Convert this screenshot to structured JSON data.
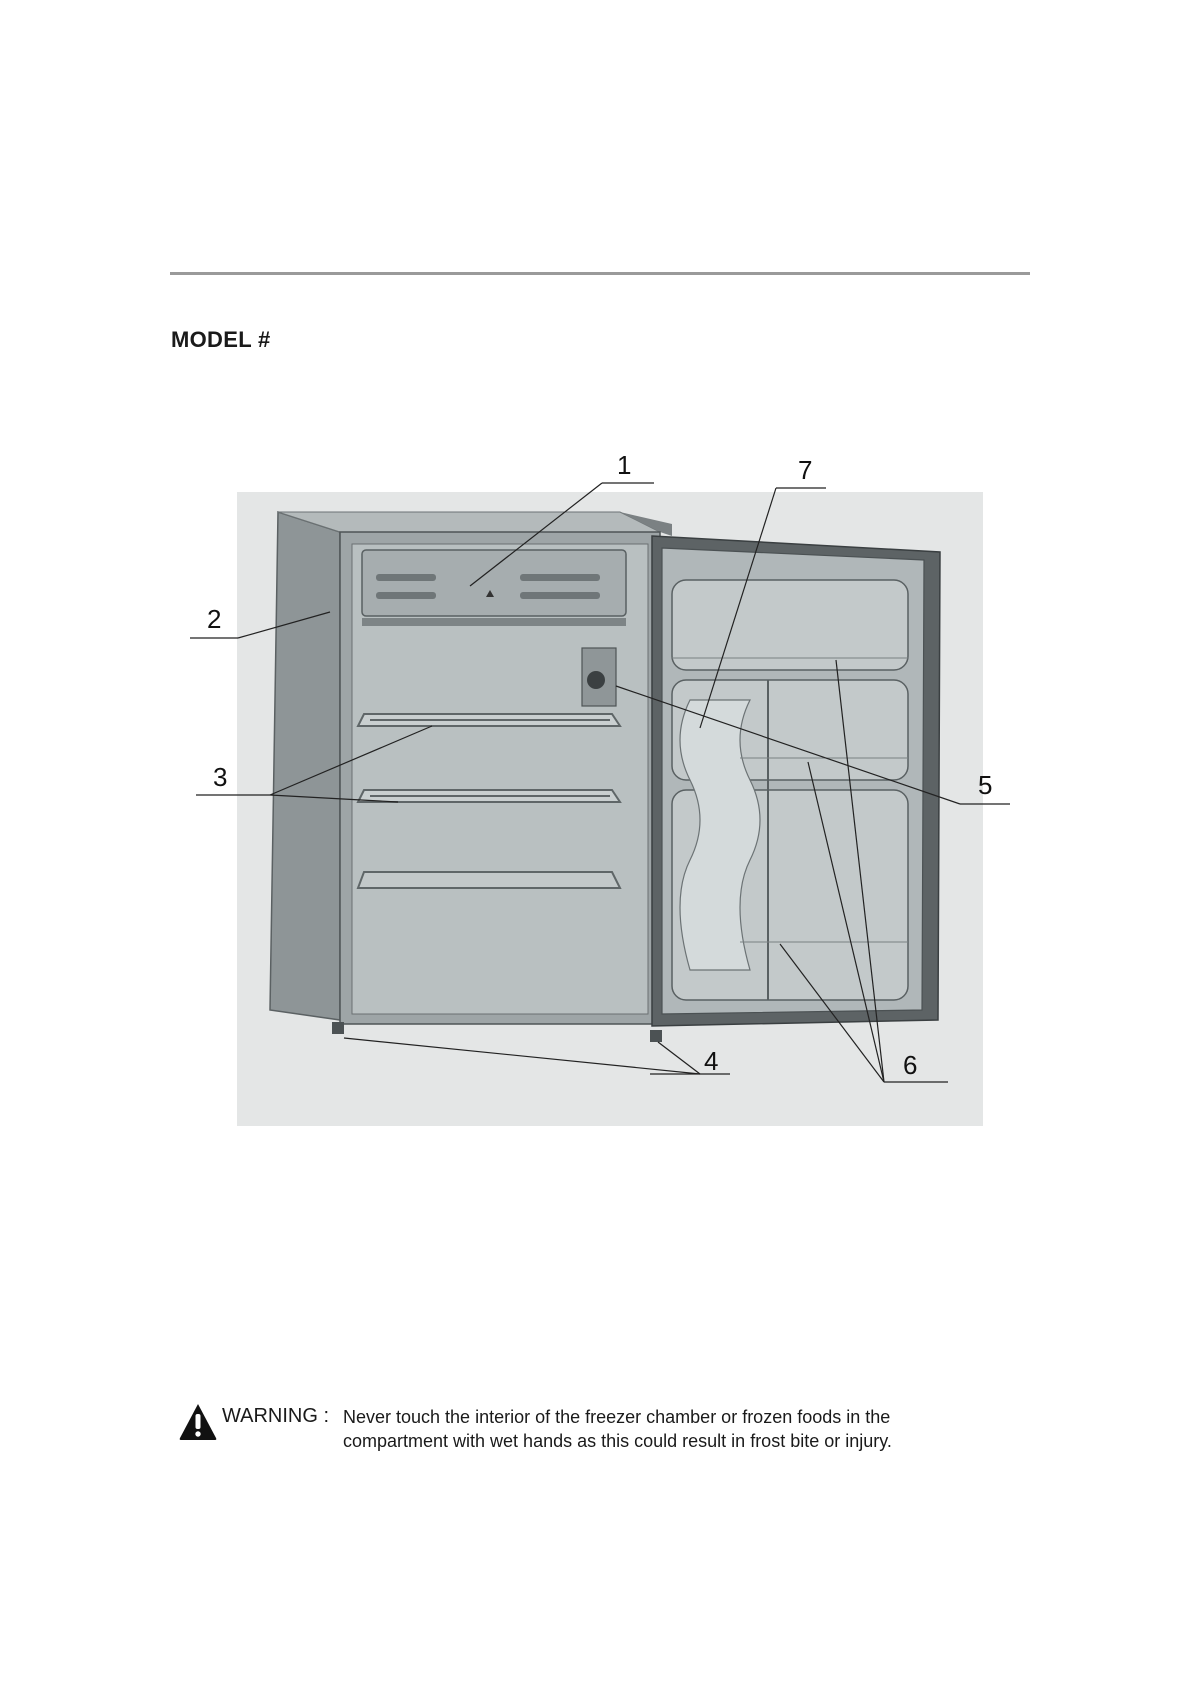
{
  "header": {
    "model_label": "MODEL #"
  },
  "figure": {
    "callouts": [
      "1",
      "2",
      "3",
      "4",
      "5",
      "6",
      "7"
    ]
  },
  "warning": {
    "icon": "warning-exclamation-icon",
    "label": "WARNING :",
    "line1": "Never touch the interior of the freezer chamber or frozen foods in the",
    "line2": "compartment with wet hands as this could result in frost bite or injury."
  }
}
